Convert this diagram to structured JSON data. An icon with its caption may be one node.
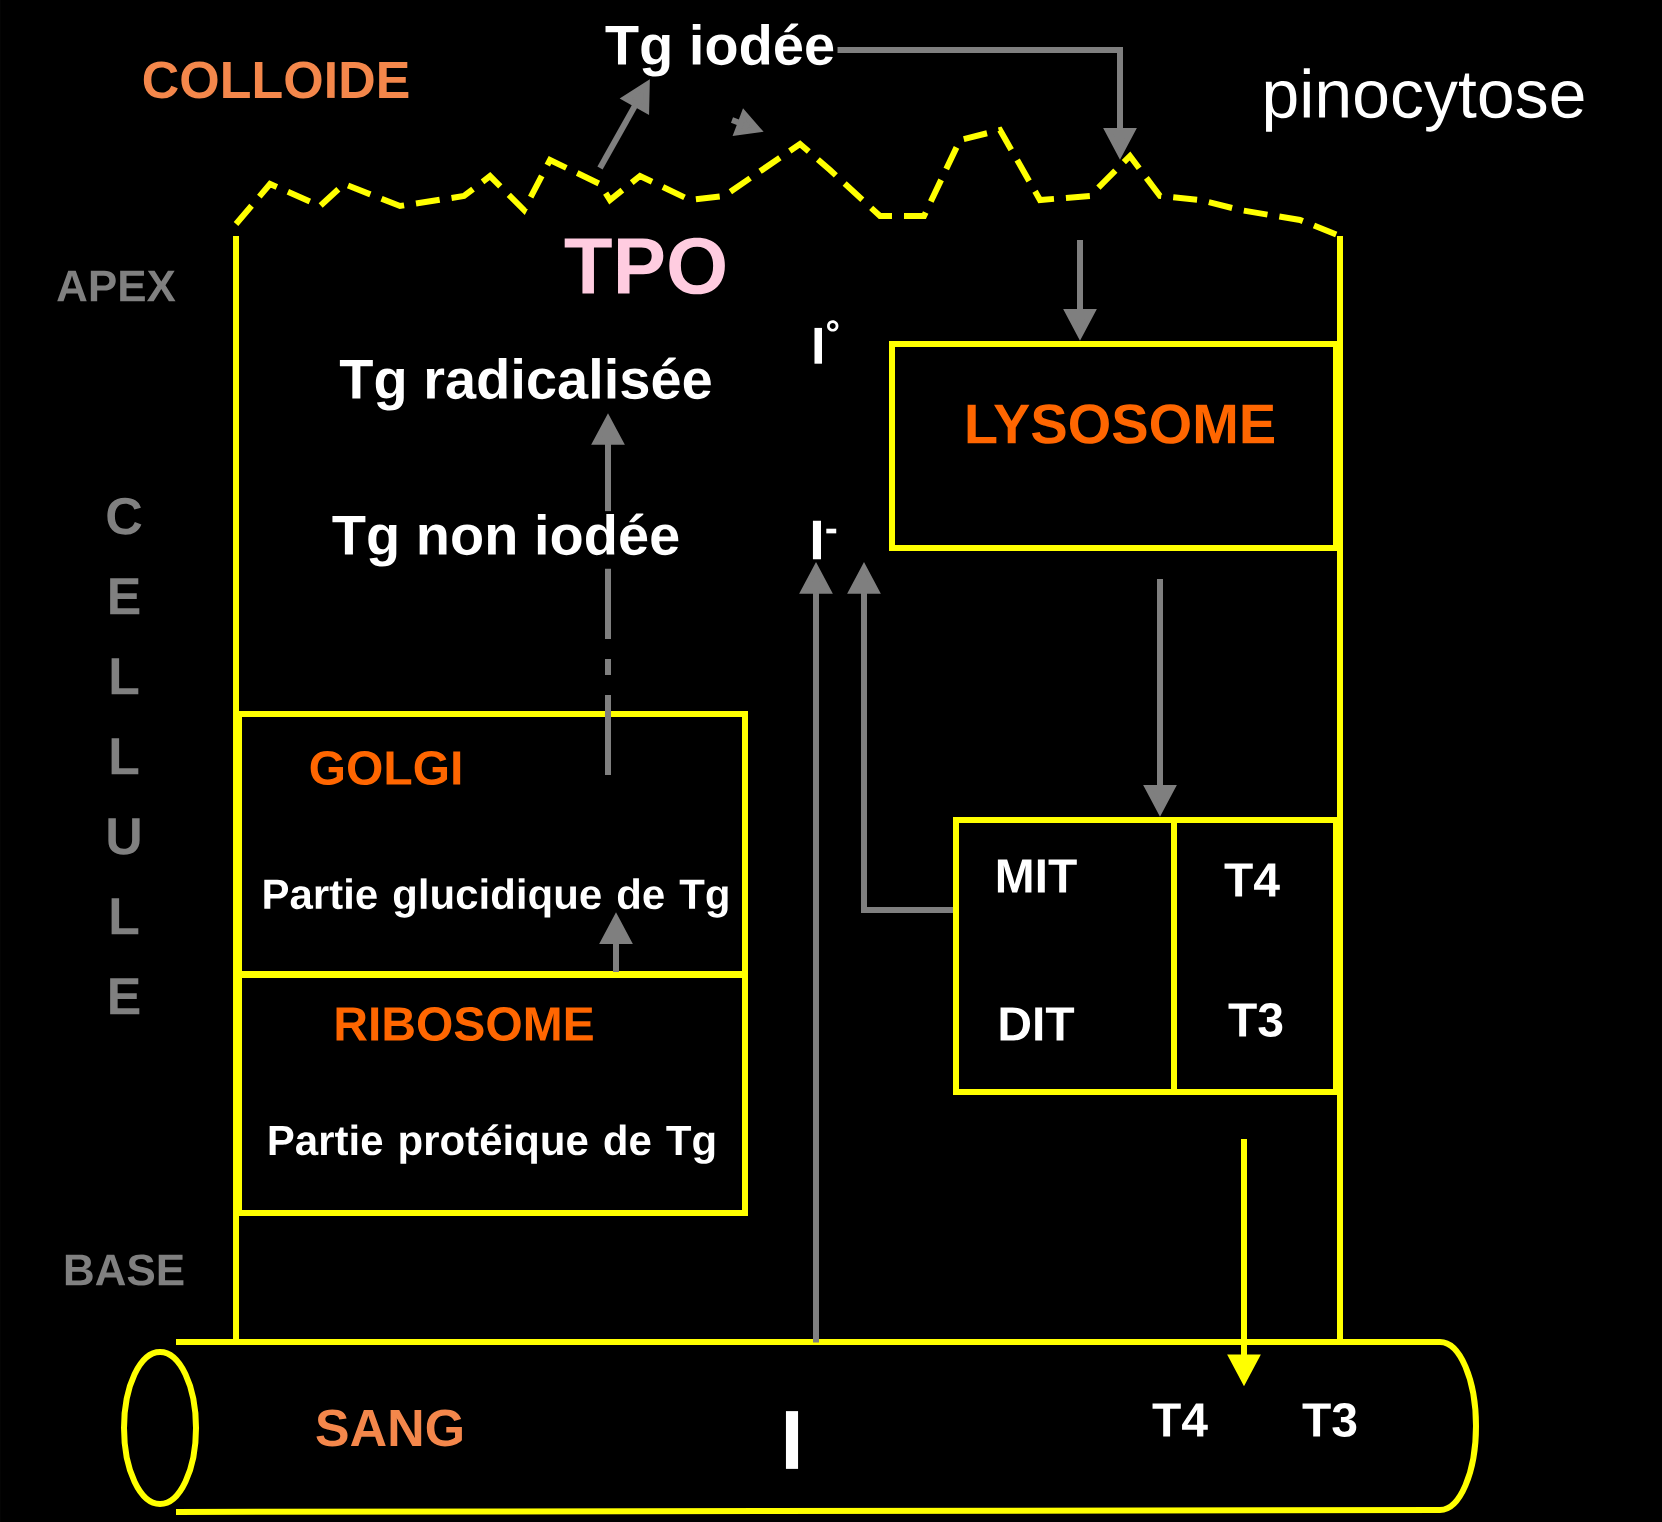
{
  "diagram": {
    "nodes": [
      {
        "text": [
          "Tg iodée"
        ]
      },
      {
        "text": [
          "Tg radicalisée"
        ]
      },
      {
        "text": [
          "LYSOSOME"
        ]
      },
      {
        "text": [
          "Tg non iodée"
        ]
      },
      {
        "text": [
          "I$^{-}$"
        ]
      },
      {
        "text": [
          "GOLGI",
          "Partie glucidique de Tg"
        ]
      },
      {
        "text": [
          "MIT",
          "T4",
          "DIT",
          "T3"
        ]
      },
      {
        "text": [
          "RIBOSOME",
          "Partie protéique de Tg"
        ]
      },
      {
        "text": [
          "SANG",
          "I",
          "T4",
          "T3"
        ]
      }
    ],
    "edges": [
      {
        "from": 0,
        "to": null,
        "arrow": "to"
      },
      {
        "from": null,
        "to": 0,
        "arrow": "to"
      },
      {
        "from": null,
        "to": 2,
        "arrow": "to"
      },
      {
        "from": 3,
        "to": 1,
        "arrow": "to"
      },
      {
        "from": 5,
        "to": 3,
        "arrow": "none",
        "style": "dashed"
      },
      {
        "from": 7,
        "to": 5,
        "arrow": "to"
      },
      {
        "from": 2,
        "to": 6,
        "arrow": "to"
      },
      {
        "from": 6,
        "to": 4,
        "arrow": "to"
      },
      {
        "from": 8,
        "to": 4,
        "arrow": "to"
      },
      {
        "from": 6,
        "to": 8,
        "arrow": "to",
        "color": "#ffff00"
      }
    ],
    "labels": [
      "COLLOIDE",
      "pinocytose",
      "APEX",
      "TPO",
      "I$^{°}$",
      "C E L L U L E",
      "BASE"
    ]
  }
}
